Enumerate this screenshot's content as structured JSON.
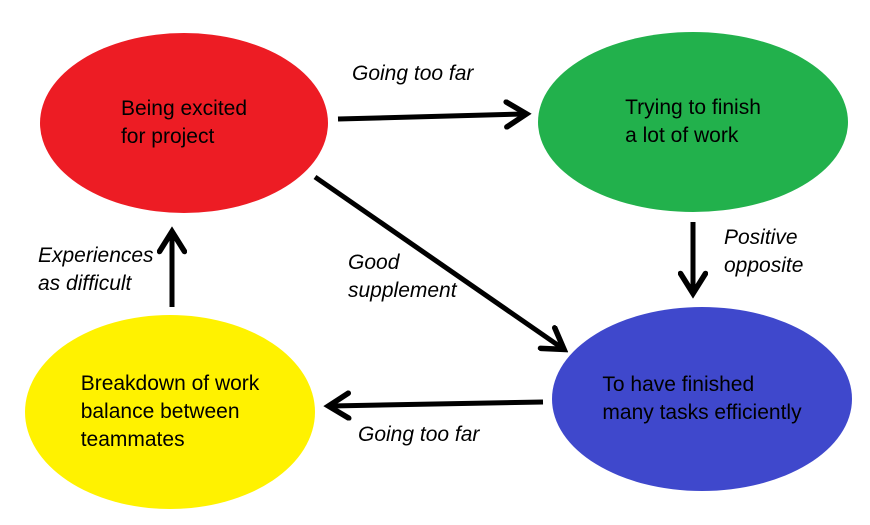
{
  "canvas": {
    "background": "#ffffff",
    "arrow_color": "#000000",
    "text_color": "#000000"
  },
  "nodes": [
    {
      "id": "being-excited",
      "label": "Being excited\nfor project",
      "color": "#ed1c24"
    },
    {
      "id": "trying-to-finish",
      "label": "Trying to finish\na lot of work",
      "color": "#22b14c"
    },
    {
      "id": "finished-tasks",
      "label": "To have finished\nmany tasks efficiently",
      "color": "#3f48cc"
    },
    {
      "id": "breakdown-of-work",
      "label": "Breakdown of work\nbalance between\nteammates",
      "color": "#fff200"
    }
  ],
  "edges": [
    {
      "from": "being-excited",
      "to": "trying-to-finish",
      "label": "Going too far"
    },
    {
      "from": "trying-to-finish",
      "to": "finished-tasks",
      "label": "Positive\nopposite"
    },
    {
      "from": "being-excited",
      "to": "finished-tasks",
      "label": "Good\nsupplement"
    },
    {
      "from": "finished-tasks",
      "to": "breakdown-of-work",
      "label": "Going too far"
    },
    {
      "from": "breakdown-of-work",
      "to": "being-excited",
      "label": "Experiences\nas difficult"
    }
  ]
}
